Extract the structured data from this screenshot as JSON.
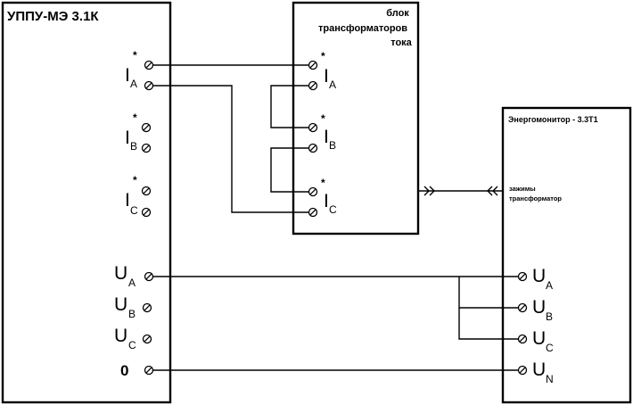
{
  "blocks": {
    "uppu": {
      "title": "УППУ-МЭ 3.1К",
      "current_inputs": [
        {
          "letter": "I",
          "sub": "A",
          "star": "*"
        },
        {
          "letter": "I",
          "sub": "B",
          "star": "*"
        },
        {
          "letter": "I",
          "sub": "C",
          "star": "*"
        }
      ],
      "voltage_outputs": [
        {
          "letter": "U",
          "sub": "A"
        },
        {
          "letter": "U",
          "sub": "B"
        },
        {
          "letter": "U",
          "sub": "C"
        },
        {
          "letter": "0",
          "sub": ""
        }
      ]
    },
    "transformer_block": {
      "title_lines": [
        "блок",
        "трансформаторов",
        "тока"
      ],
      "inputs": [
        {
          "letter": "I",
          "sub": "A",
          "star": "*"
        },
        {
          "letter": "I",
          "sub": "B",
          "star": "*"
        },
        {
          "letter": "I",
          "sub": "C",
          "star": "*"
        }
      ]
    },
    "energomonitor": {
      "title": "Энергомонитор - 3.3Т1",
      "connector_label_lines": [
        "зажимы",
        "трансформатор"
      ],
      "voltage_inputs": [
        {
          "letter": "U",
          "sub": "A"
        },
        {
          "letter": "U",
          "sub": "B"
        },
        {
          "letter": "U",
          "sub": "C"
        },
        {
          "letter": "U",
          "sub": "N"
        }
      ]
    }
  },
  "icons": {
    "terminal": "terminal-icon",
    "connector": "connector-plug-icon"
  }
}
